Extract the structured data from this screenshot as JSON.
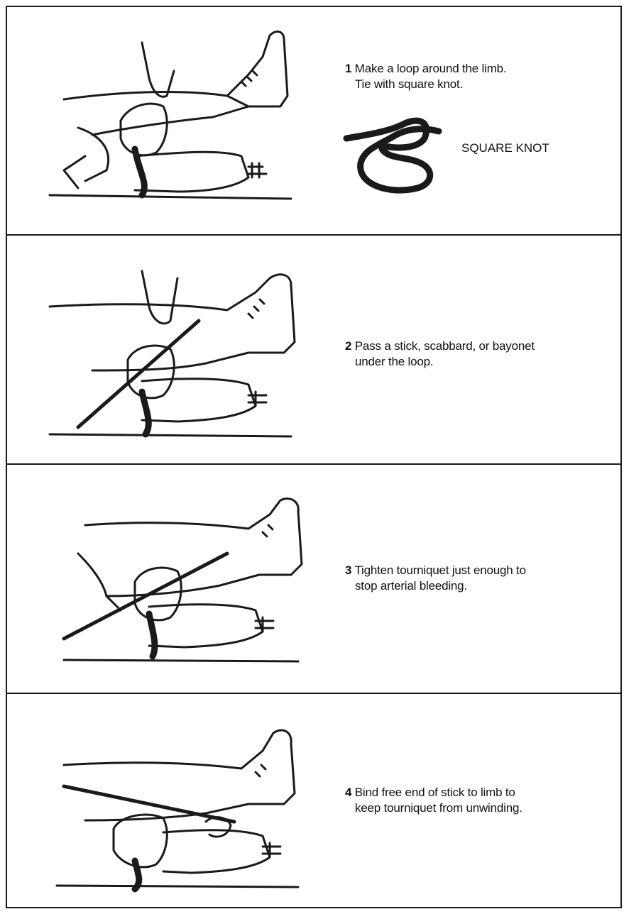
{
  "steps": [
    {
      "num": "1",
      "text": "Make a loop around the limb.",
      "text2": "Tie with square knot."
    },
    {
      "num": "2",
      "text": "Pass a stick, scabbard, or bayonet",
      "text2": "under the loop."
    },
    {
      "num": "3",
      "text": "Tighten tourniquet just enough to",
      "text2": "stop arterial bleeding."
    },
    {
      "num": "4",
      "text": "Bind free end of stick to limb to",
      "text2": "keep tourniquet from unwinding."
    }
  ],
  "knot_label": "SQUARE KNOT",
  "icons": {
    "step1": "leg-loop-illustration",
    "step2": "leg-stick-illustration",
    "step3": "leg-tighten-illustration",
    "step4": "leg-bind-illustration",
    "knot": "square-knot-icon"
  },
  "colors": {
    "line": "#1a1a1a",
    "background": "#ffffff"
  }
}
